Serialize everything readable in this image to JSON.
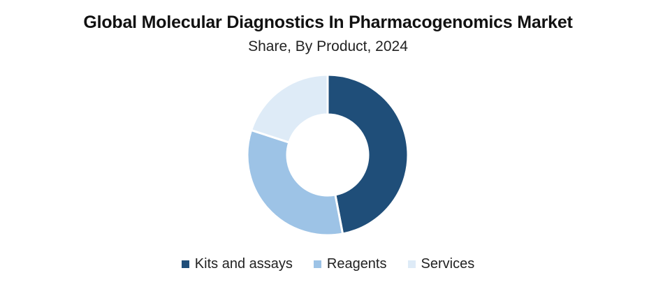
{
  "chart_data": {
    "type": "pie",
    "donut": true,
    "title": "Global Molecular Diagnostics In Pharmacogenomics Market",
    "subtitle": "Share, By Product, 2024",
    "categories": [
      "Kits and assays",
      "Reagents",
      "Services"
    ],
    "values": [
      47,
      33,
      20
    ],
    "unit": "%",
    "colors": [
      "#1f4e79",
      "#9dc3e6",
      "#deebf7"
    ],
    "legend_position": "bottom"
  }
}
